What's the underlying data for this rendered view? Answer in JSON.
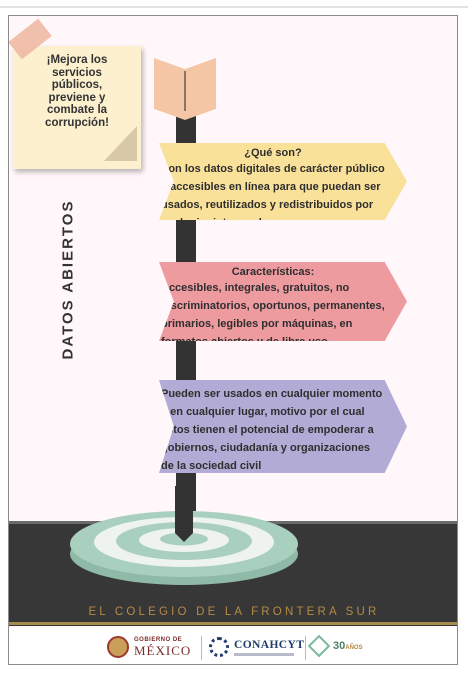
{
  "note": {
    "text": "¡Mejora los servicios públicos, previene y combate la corrupción!"
  },
  "title_vertical": "DATOS ABIERTOS",
  "banners": [
    {
      "heading": "¿Qué son?",
      "body": "Son los datos digitales de carácter público y accesibles en línea para que puedan ser usados, reutilizados y redistribuidos por cualquier interesado",
      "color": "#fae19a"
    },
    {
      "heading": "Características:",
      "body": "Accesibles, integrales, gratuitos, no discriminatorios, oportunos, permanentes, primarios, legibles por máquinas, en formatos abiertos y de libre uso",
      "color": "#ee9ba0"
    },
    {
      "heading": "",
      "body": "Pueden ser usados en cualquier momento y en cualquier lugar, motivo por el cual estos tienen el potencial de empoderar a gobiernos, ciudadanía y organizaciones de la sociedad civil",
      "color": "#b1abd5"
    }
  ],
  "institution": "EL COLEGIO DE LA FRONTERA SUR",
  "footer": {
    "gob_line1": "GOBIERNO DE",
    "gob_line2": "MÉXICO",
    "conahcyt": "CONAHCYT",
    "aniv_num": "30",
    "aniv_word": "AÑOS"
  },
  "colors": {
    "accent_gold": "#b48b45",
    "target_ring": "#a9cfbe",
    "ground": "#373737"
  },
  "icons": [
    "arrow-fletching-icon",
    "target-icon",
    "gobierno-seal-icon",
    "conahcyt-logo-icon",
    "anniversary-logo-icon",
    "social-icons"
  ]
}
